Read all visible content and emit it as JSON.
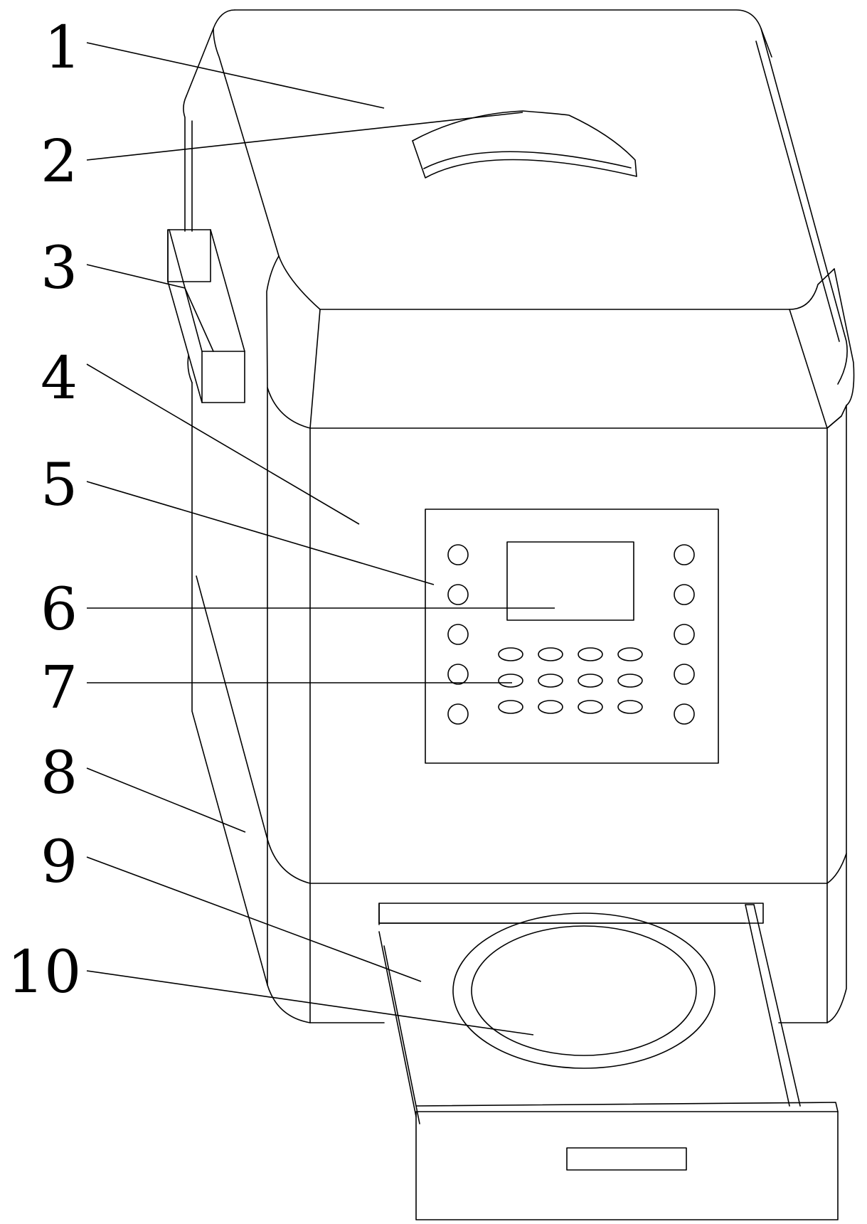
{
  "callouts": [
    {
      "id": "1",
      "label": "1"
    },
    {
      "id": "2",
      "label": "2"
    },
    {
      "id": "3",
      "label": "3"
    },
    {
      "id": "4",
      "label": "4"
    },
    {
      "id": "5",
      "label": "5"
    },
    {
      "id": "6",
      "label": "6"
    },
    {
      "id": "7",
      "label": "7"
    },
    {
      "id": "8",
      "label": "8"
    },
    {
      "id": "9",
      "label": "9"
    },
    {
      "id": "10",
      "label": "10"
    }
  ],
  "control_panel": {
    "side_buttons_per_column": 5,
    "keypad_rows": 3,
    "keypad_cols": 4
  }
}
